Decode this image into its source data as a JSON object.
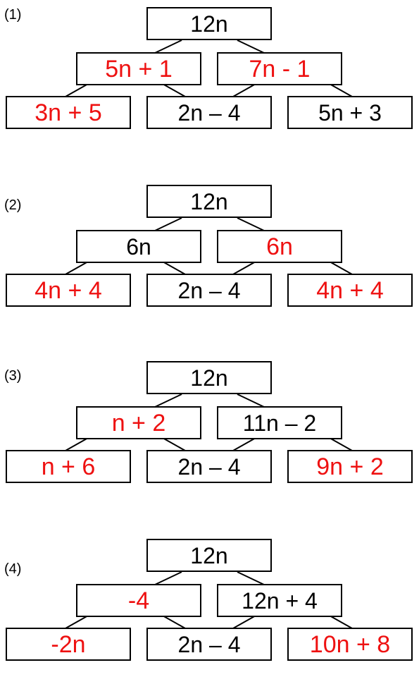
{
  "puzzles": [
    {
      "label": "(1)",
      "top": {
        "text": "12n",
        "answer": false
      },
      "middle": [
        {
          "text": "5n + 1",
          "answer": true
        },
        {
          "text": "7n - 1",
          "answer": true
        }
      ],
      "bottom": [
        {
          "text": "3n + 5",
          "answer": true
        },
        {
          "text": "2n – 4",
          "answer": false
        },
        {
          "text": "5n + 3",
          "answer": false
        }
      ]
    },
    {
      "label": "(2)",
      "top": {
        "text": "12n",
        "answer": false
      },
      "middle": [
        {
          "text": "6n",
          "answer": false
        },
        {
          "text": "6n",
          "answer": true
        }
      ],
      "bottom": [
        {
          "text": "4n + 4",
          "answer": true
        },
        {
          "text": "2n – 4",
          "answer": false
        },
        {
          "text": "4n + 4",
          "answer": true
        }
      ]
    },
    {
      "label": "(3)",
      "top": {
        "text": "12n",
        "answer": false
      },
      "middle": [
        {
          "text": "n + 2",
          "answer": true
        },
        {
          "text": "11n – 2",
          "answer": false
        }
      ],
      "bottom": [
        {
          "text": "n + 6",
          "answer": true
        },
        {
          "text": "2n – 4",
          "answer": false
        },
        {
          "text": "9n + 2",
          "answer": true
        }
      ]
    },
    {
      "label": "(4)",
      "top": {
        "text": "12n",
        "answer": false
      },
      "middle": [
        {
          "text": "-4",
          "answer": true
        },
        {
          "text": "12n + 4",
          "answer": false
        }
      ],
      "bottom": [
        {
          "text": "-2n",
          "answer": true
        },
        {
          "text": "2n – 4",
          "answer": false
        },
        {
          "text": "10n + 8",
          "answer": true
        }
      ]
    }
  ],
  "colors": {
    "given": "#000000",
    "answer": "#ee1111",
    "border": "#000000"
  }
}
